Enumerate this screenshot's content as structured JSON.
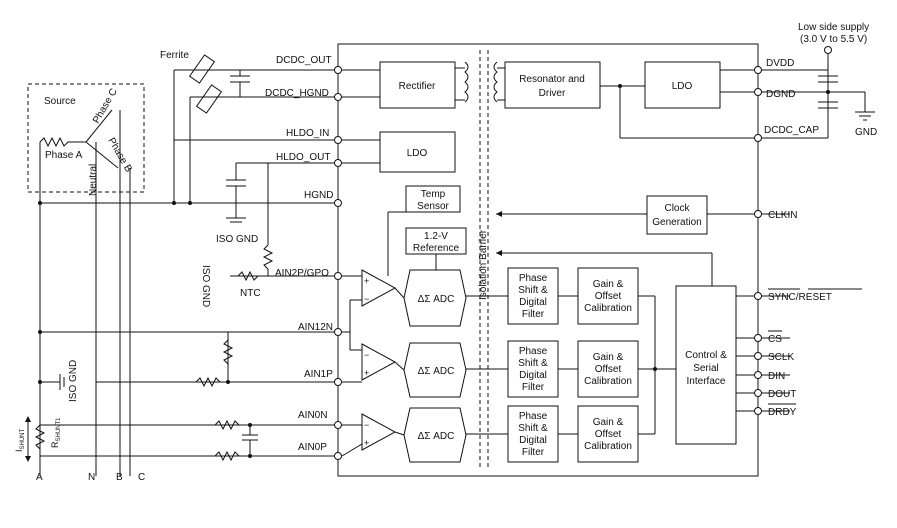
{
  "supply": {
    "title": "Low side supply",
    "range": "(3.0 V to 5.5 V)"
  },
  "source": {
    "title": "Source",
    "phase_a": "Phase A",
    "phase_b": "Phase B",
    "phase_c": "Phase C",
    "neutral": "Neutral"
  },
  "ferrite": "Ferrite",
  "pins_left": {
    "dcdc_out": "DCDC_OUT",
    "dcdc_hgnd": "DCDC_HGND",
    "hldo_in": "HLDO_IN",
    "hldo_out": "HLDO_OUT",
    "hgnd": "HGND",
    "ain2p": "AIN2P/GPO",
    "ain12n": "AIN12N",
    "ain1p": "AIN1P",
    "ain0n": "AIN0N",
    "ain0p": "AIN0P"
  },
  "pins_right": {
    "dvdd": "DVDD",
    "dgnd": "DGND",
    "dcdc_cap": "DCDC_CAP",
    "clkin": "CLKIN",
    "sync_reset": "SYNC/RESET",
    "cs": "CS",
    "sclk": "SCLK",
    "din": "DIN",
    "dout": "DOUT",
    "drdy": "DRDY"
  },
  "blocks": {
    "rectifier": "Rectifier",
    "resonator_1": "Resonator and",
    "resonator_2": "Driver",
    "ldo_top": "LDO",
    "ldo_hv": "LDO",
    "temp_1": "Temp",
    "temp_2": "Sensor",
    "ref_1": "1.2-V",
    "ref_2": "Reference",
    "clock_1": "Clock",
    "clock_2": "Generation",
    "adc": "ΔΣ ADC",
    "filter_1": "Phase",
    "filter_2": "Shift &",
    "filter_3": "Digital",
    "filter_4": "Filter",
    "gain_1": "Gain &",
    "gain_2": "Offset",
    "gain_3": "Calibration",
    "ctrl_1": "Control &",
    "ctrl_2": "Serial",
    "ctrl_3": "Interface",
    "isolation": "Isolation Barrier"
  },
  "labels": {
    "iso_gnd": "ISO GND",
    "gnd": "GND",
    "ntc": "NTC",
    "ishunt": "I",
    "ishunt_sub": "SHUNT",
    "rshunt": "R",
    "rshunt_sub": "SHUNT1",
    "bottom_a": "A",
    "bottom_n": "N",
    "bottom_b": "B",
    "bottom_c": "C"
  }
}
